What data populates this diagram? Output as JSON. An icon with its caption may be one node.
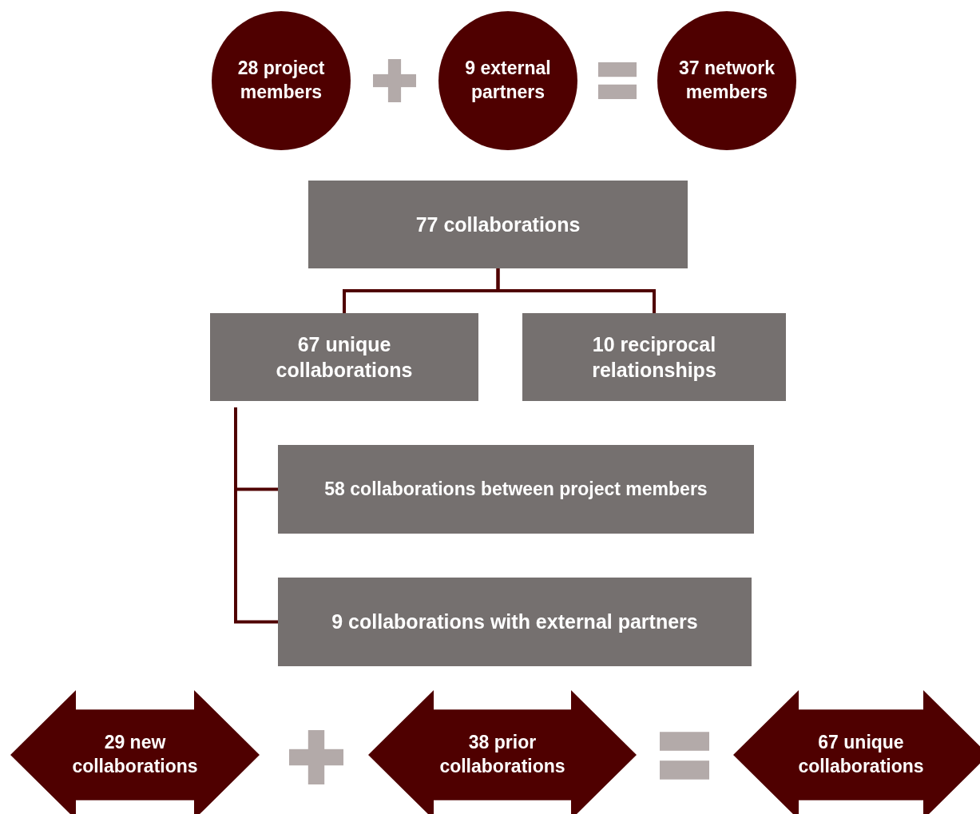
{
  "diagram": {
    "nodes": [
      {
        "text": [
          "28 project members"
        ]
      },
      {
        "text": [
          "9 external partners"
        ]
      },
      {
        "text": [
          "37 network members"
        ]
      },
      {
        "text": [
          "77 collaborations"
        ]
      },
      {
        "text": [
          "67 unique collaborations"
        ]
      },
      {
        "text": [
          "10 reciprocal relationships"
        ]
      },
      {
        "text": [
          "58 collaborations between project members"
        ]
      },
      {
        "text": [
          "9 collaborations with external partners"
        ]
      },
      {
        "text": [
          "29 new collaborations"
        ]
      },
      {
        "text": [
          "38 prior collaborations"
        ]
      },
      {
        "text": [
          "67 unique collaborations"
        ]
      }
    ],
    "edges": [
      {
        "from": 3,
        "to": 4,
        "arrow": "none"
      },
      {
        "from": 3,
        "to": 5,
        "arrow": "none"
      },
      {
        "from": 4,
        "to": 6,
        "arrow": "none"
      },
      {
        "from": 4,
        "to": 7,
        "arrow": "none"
      }
    ]
  }
}
